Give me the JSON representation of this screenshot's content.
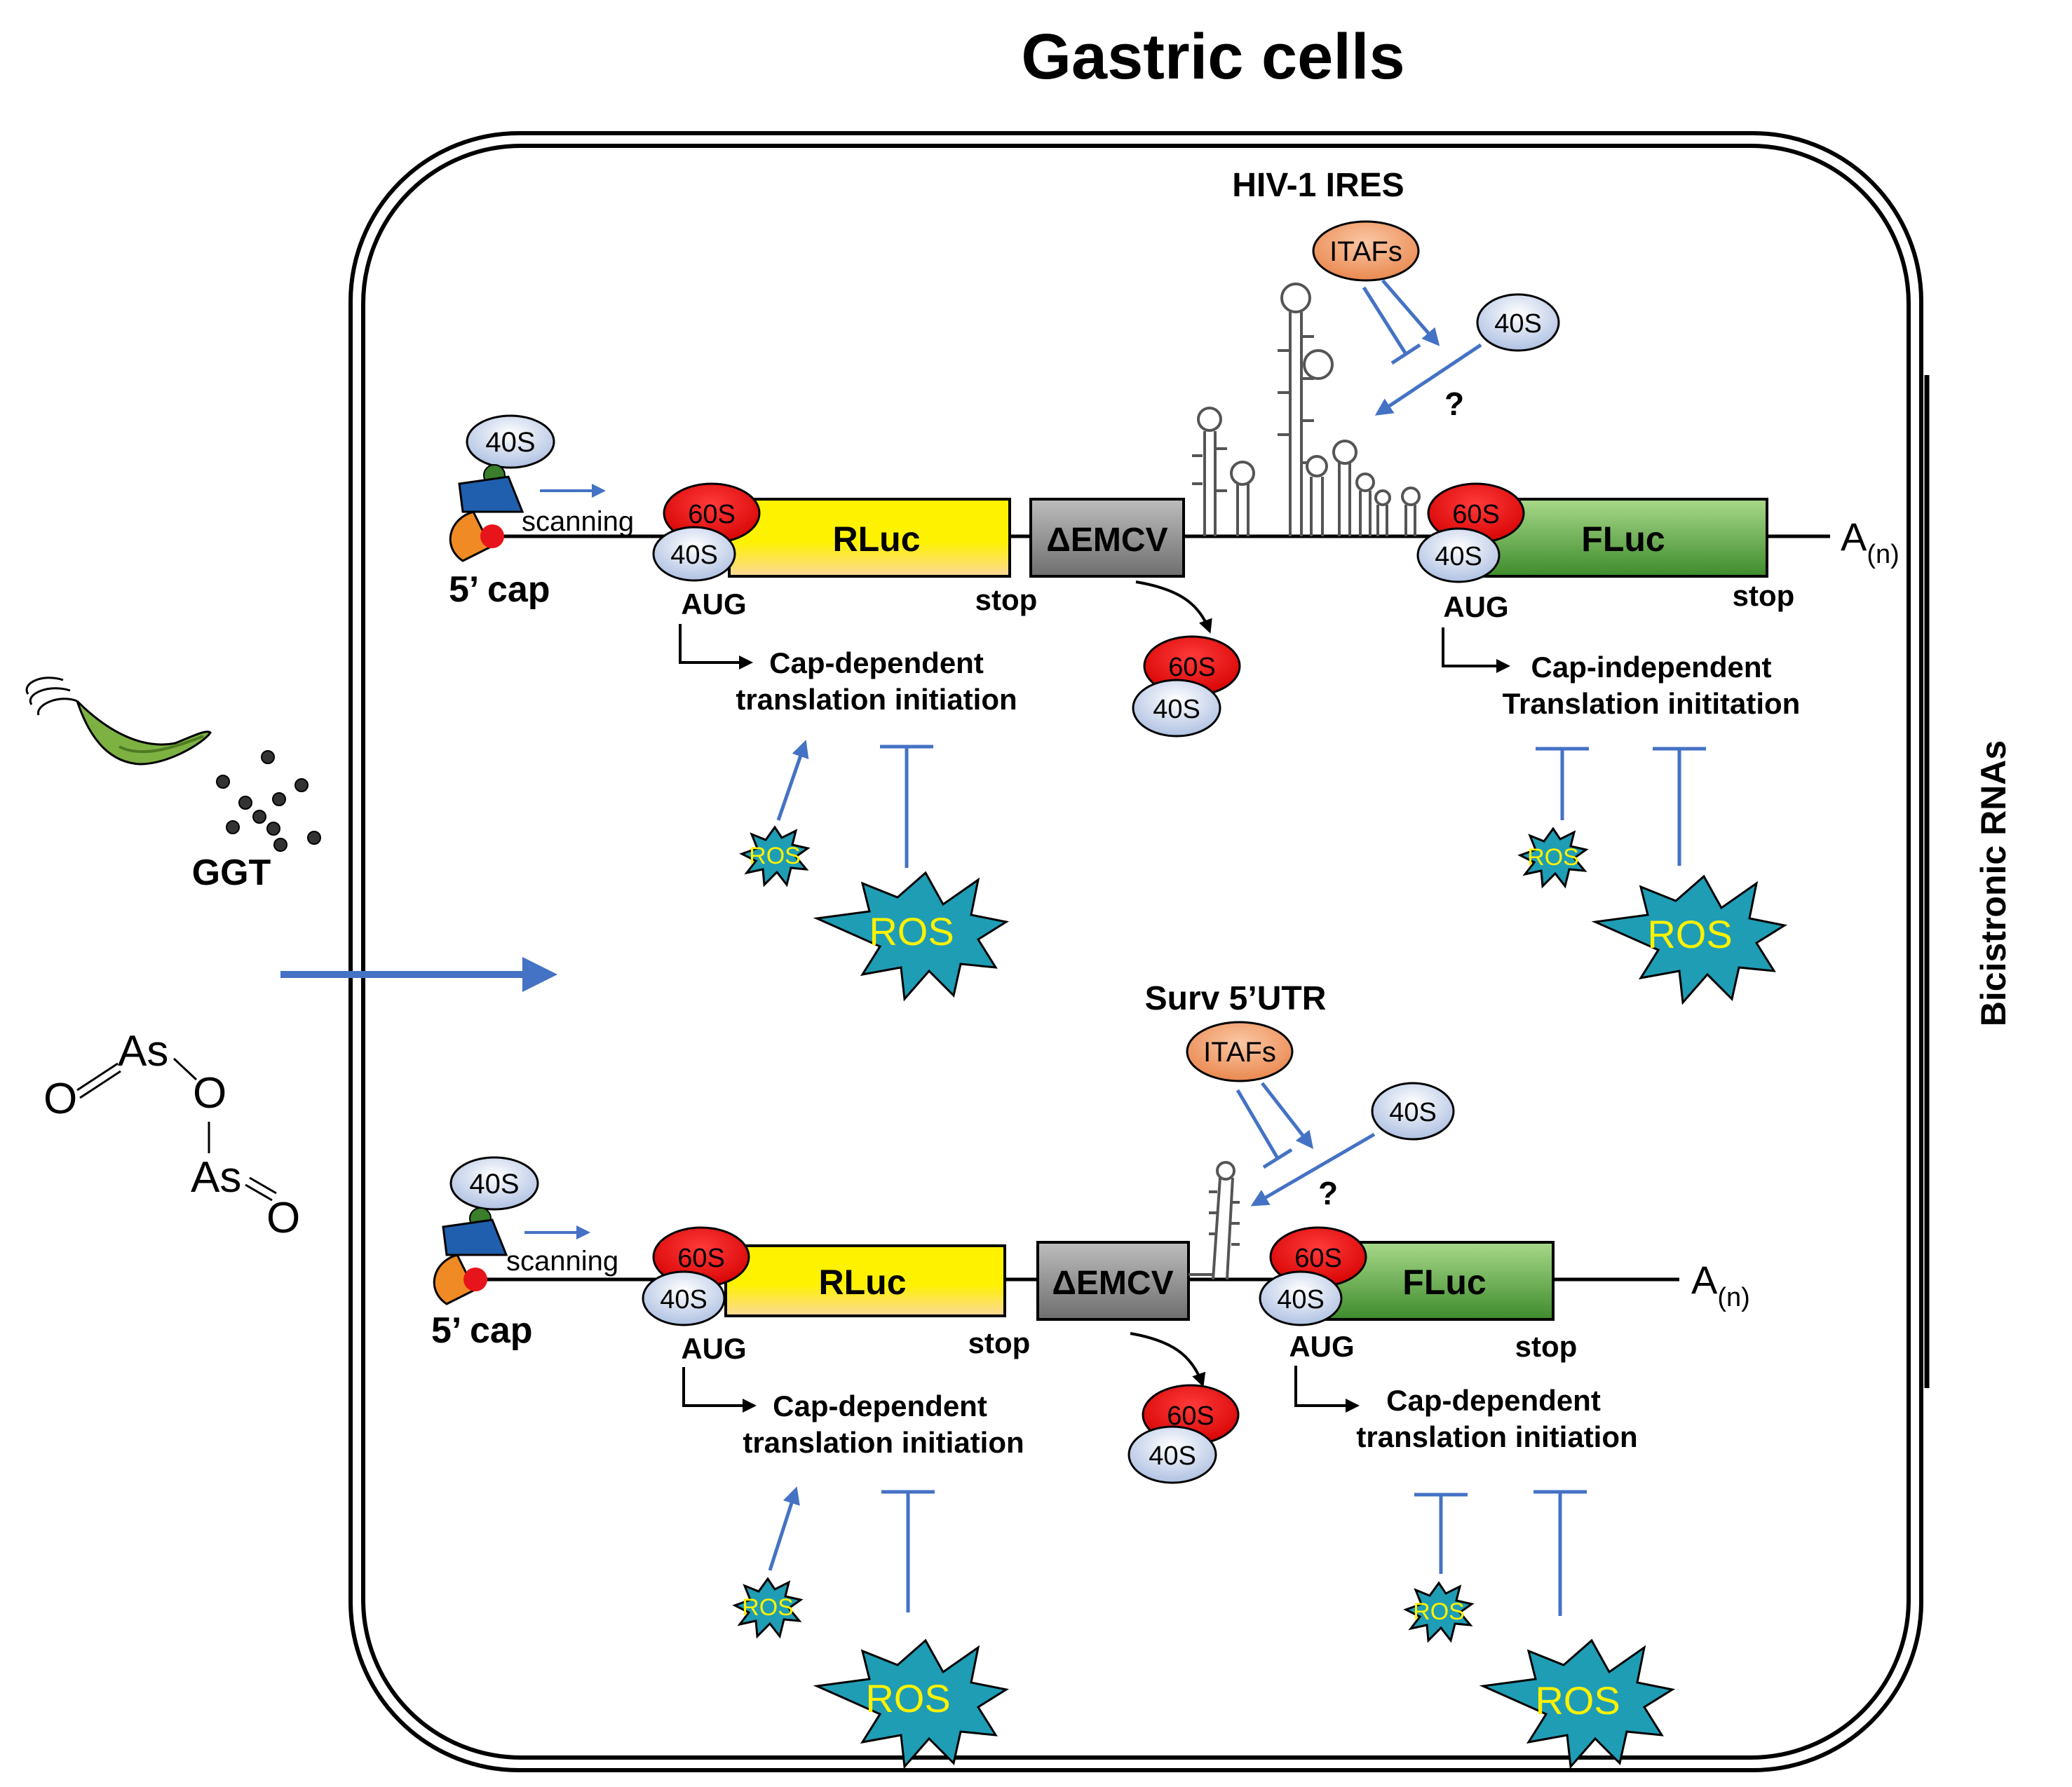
{
  "title": "Gastric cells",
  "side_label": "Bicistronic RNAs",
  "ggt_label": "GGT",
  "compound": {
    "as_top": "As",
    "as_bottom": "As",
    "o_left": "O",
    "o_mid": "O",
    "o_right": "O"
  },
  "top": {
    "element_label": "HIV-1 IRES",
    "cap_label": "5’ cap",
    "scanning": "scanning",
    "ribo40": "40S",
    "ribo60": "60S",
    "rluc": "RLuc",
    "demcv": "ΔEMCV",
    "fluc": "FLuc",
    "poly_a": "A",
    "poly_a_sub": "(n)",
    "aug1": "AUG",
    "stop1": "stop",
    "aug2": "AUG",
    "stop2": "stop",
    "initiation1_line1": "Cap-dependent",
    "initiation1_line2": "translation initiation",
    "initiation2_line1": "Cap-independent",
    "initiation2_line2": "Translation inititation",
    "itafs": "ITAFs",
    "question": "?",
    "ros_small": "ROS",
    "ros_big": "ROS"
  },
  "bottom": {
    "element_label": "Surv 5’UTR",
    "cap_label": "5’ cap",
    "scanning": "scanning",
    "ribo40": "40S",
    "ribo60": "60S",
    "rluc": "RLuc",
    "demcv": "ΔEMCV",
    "fluc": "FLuc",
    "poly_a": "A",
    "poly_a_sub": "(n)",
    "aug1": "AUG",
    "stop1": "stop",
    "aug2": "AUG",
    "stop2": "stop",
    "initiation1_line1": "Cap-dependent",
    "initiation1_line2": "translation initiation",
    "initiation2_line1": "Cap-dependent",
    "initiation2_line2": "translation initiation",
    "itafs": "ITAFs",
    "question": "?",
    "ros_small": "ROS",
    "ros_big": "ROS"
  },
  "colors": {
    "arrow_blue": "#4472C4",
    "ribo40_fill": "#C9D6EE",
    "ribo60_fill": "#E8141B",
    "rluc_top": "#FFF200",
    "rluc_bottom": "#FBD89A",
    "fluc_top": "#9BD27A",
    "fluc_bottom": "#3E8B2C",
    "demcv_fill": "#8C8C8C",
    "itafs_fill": "#F09A65",
    "ros_fill": "#1F9DB5",
    "ros_text": "#FFF200",
    "bacterium": "#7DB243",
    "cap_red": "#E8141B"
  }
}
